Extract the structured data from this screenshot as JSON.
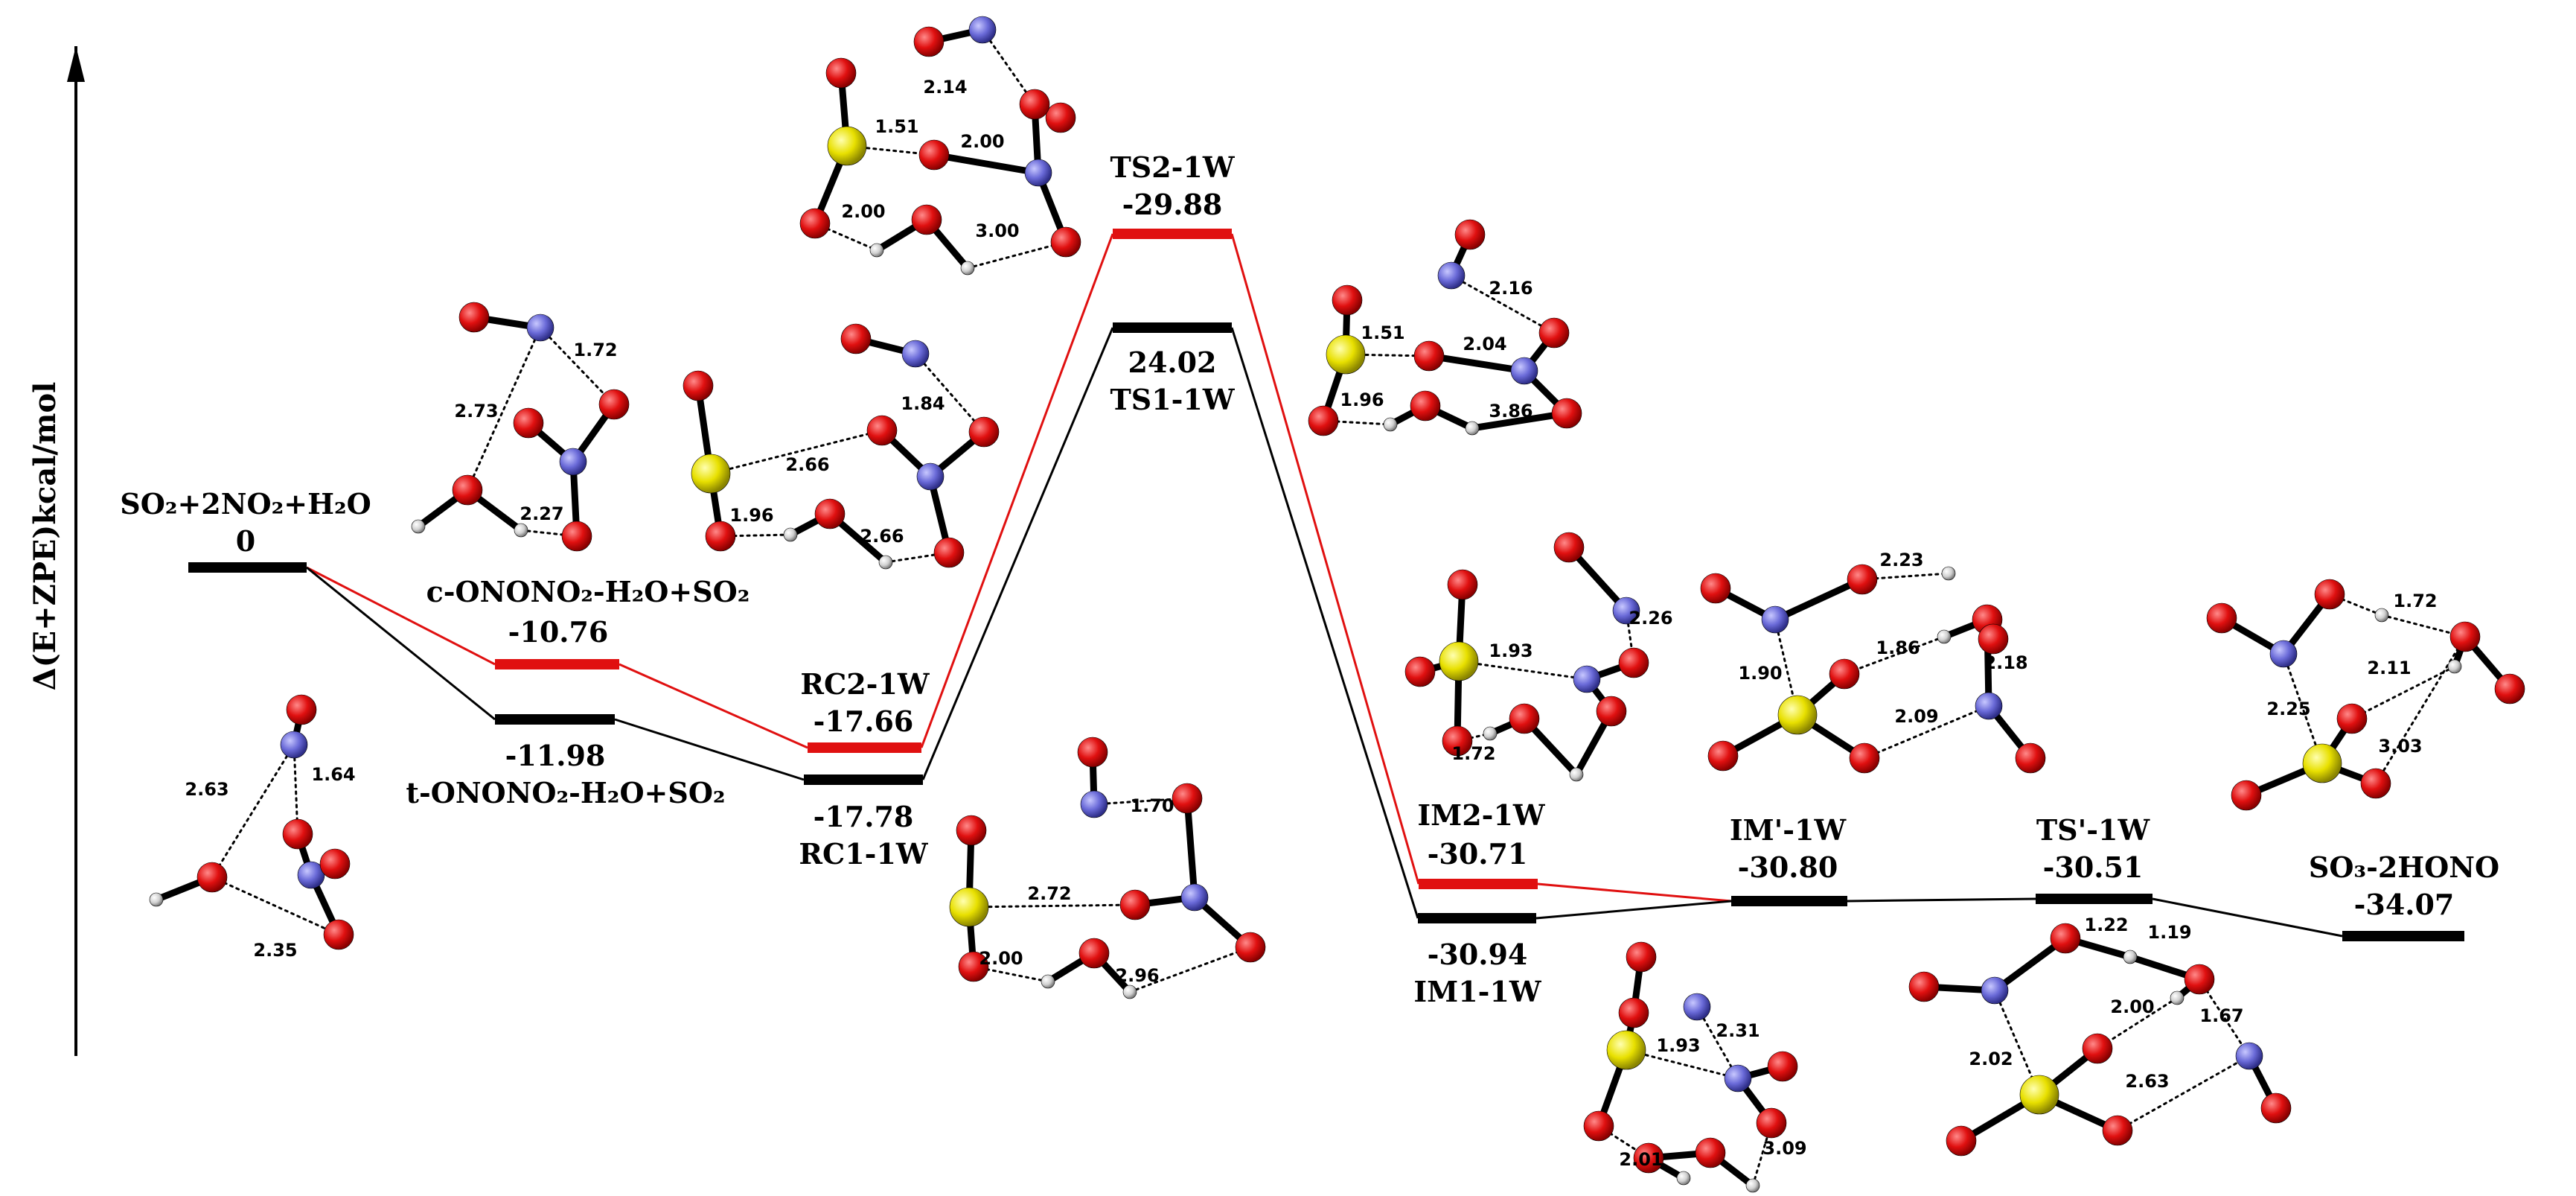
{
  "axis": {
    "ylabel": "Δ(E+ZPE)kcal/mol"
  },
  "species": {
    "reactants": {
      "name": "SO₂+2NO₂+H₂O",
      "energy": "0"
    },
    "c_ononoo": {
      "name": "c-ONONO₂-H₂O+SO₂",
      "energy": "-10.76"
    },
    "t_ononoo": {
      "name": "t-ONONO₂-H₂O+SO₂",
      "energy": "-11.98"
    },
    "rc2": {
      "name": "RC2-1W",
      "energy": "-17.66"
    },
    "rc1": {
      "name": "RC1-1W",
      "energy": "-17.78"
    },
    "ts2": {
      "name": "TS2-1W",
      "energy": "-29.88"
    },
    "ts1": {
      "name": "TS1-1W",
      "energy": "24.02"
    },
    "im2": {
      "name": "IM2-1W",
      "energy": "-30.71"
    },
    "im1": {
      "name": "IM1-1W",
      "energy": "-30.94"
    },
    "imp": {
      "name": "IM'-1W",
      "energy": "-30.80"
    },
    "tsp": {
      "name": "TS'-1W",
      "energy": "-30.51"
    },
    "product": {
      "name": "SO₃-2HONO",
      "energy": "-34.07"
    }
  },
  "bond_labels": {
    "t_ononoo": [
      "2.63",
      "1.64",
      "2.35"
    ],
    "c_ononoo": [
      "2.73",
      "1.72",
      "2.27"
    ],
    "rc2": [
      "2.66",
      "1.84",
      "1.96",
      "2.66"
    ],
    "ts2": [
      "2.14",
      "1.51",
      "2.00",
      "2.00",
      "3.00"
    ],
    "rc1": [
      "1.70",
      "2.72",
      "2.00",
      "2.96"
    ],
    "ts1": [
      "2.16",
      "1.51",
      "2.04",
      "1.96",
      "3.86"
    ],
    "im2": [
      "2.26",
      "1.93",
      "1.72"
    ],
    "im1": [
      "2.31",
      "1.93",
      "2.01",
      "3.09"
    ],
    "imp": [
      "2.23",
      "1.86",
      "1.90",
      "2.18",
      "2.09"
    ],
    "tsp": [
      "1.22",
      "1.19",
      "2.00",
      "1.67",
      "2.02",
      "2.63"
    ],
    "product": [
      "1.72",
      "2.11",
      "2.25",
      "3.03"
    ]
  },
  "colors": {
    "oxygen": "#e01010",
    "nitrogen": "#6a6ad8",
    "sulfur": "#e8e000",
    "hydrogen": "#d8d8d8",
    "path_red": "#e01010",
    "path_black": "#000000"
  }
}
